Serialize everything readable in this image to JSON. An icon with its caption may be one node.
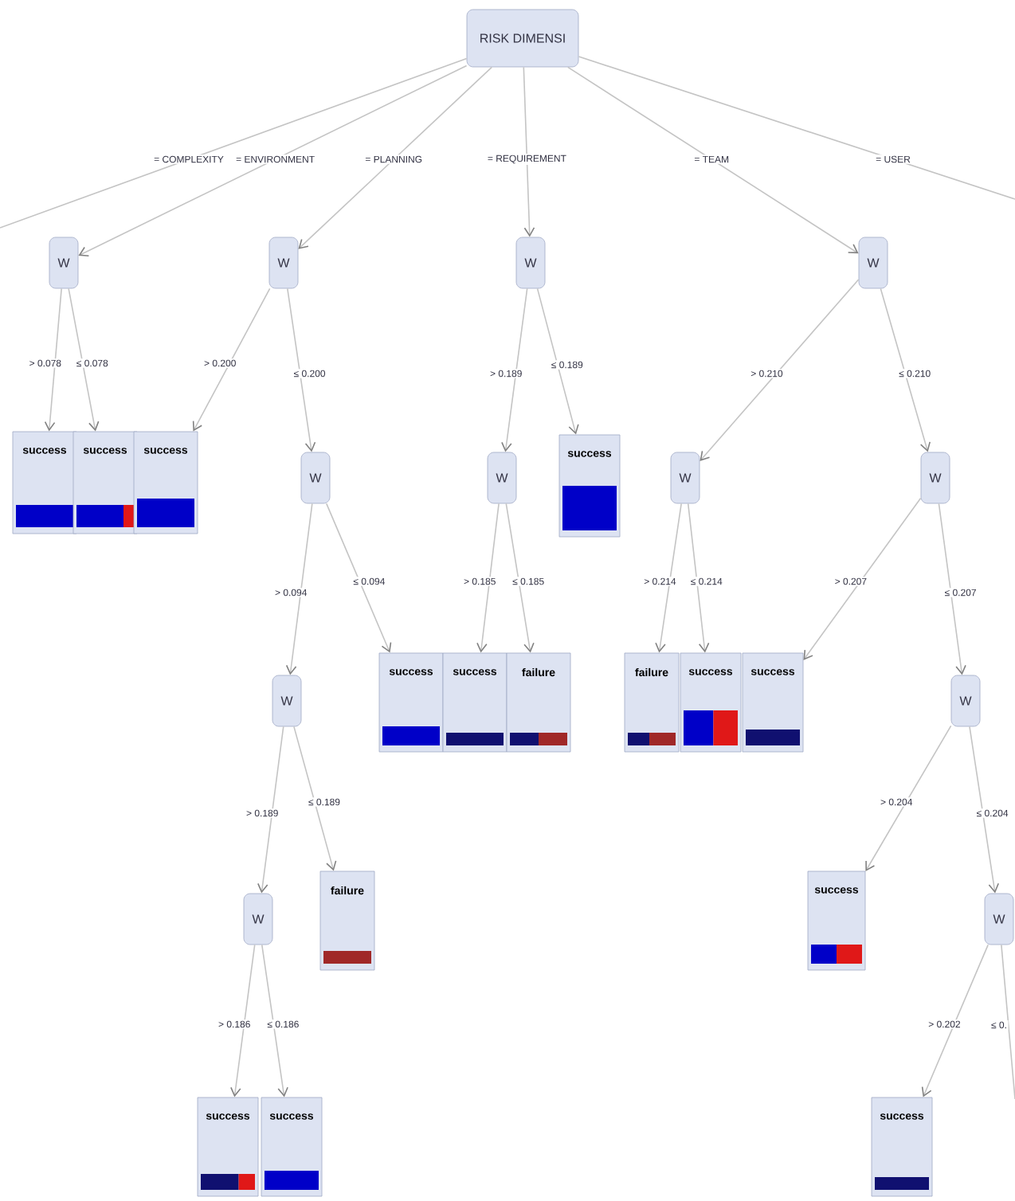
{
  "diagram": {
    "nodes": [
      {
        "text": [
          "RISK DIMENSI"
        ]
      },
      {
        "text": [
          "W"
        ]
      },
      {
        "text": [
          "W"
        ]
      },
      {
        "text": [
          "W"
        ]
      },
      {
        "text": [
          "W"
        ]
      },
      {
        "text": [
          "success"
        ]
      },
      {
        "text": [
          "success"
        ]
      },
      {
        "text": [
          "success"
        ]
      },
      {
        "text": [
          "W"
        ]
      },
      {
        "text": [
          "W"
        ]
      },
      {
        "text": [
          "success"
        ]
      },
      {
        "text": [
          "W"
        ]
      },
      {
        "text": [
          "W"
        ]
      },
      {
        "text": [
          "W"
        ]
      },
      {
        "text": [
          "success"
        ]
      },
      {
        "text": [
          "success"
        ]
      },
      {
        "text": [
          "failure"
        ]
      },
      {
        "text": [
          "failure"
        ]
      },
      {
        "text": [
          "success"
        ]
      },
      {
        "text": [
          "success"
        ]
      },
      {
        "text": [
          "W"
        ]
      },
      {
        "text": [
          "W"
        ]
      },
      {
        "text": [
          "failure"
        ]
      },
      {
        "text": [
          "success"
        ]
      },
      {
        "text": [
          "W"
        ]
      },
      {
        "text": [
          "success"
        ]
      },
      {
        "text": [
          "success"
        ]
      },
      {
        "text": [
          "success"
        ]
      }
    ],
    "edges": [
      {
        "from": 0,
        "to": null,
        "arrow": "none",
        "label": "= COMPLEXITY"
      },
      {
        "from": 0,
        "to": 1,
        "arrow": "to",
        "label": "= ENVIRONMENT"
      },
      {
        "from": 0,
        "to": 2,
        "arrow": "to",
        "label": "= PLANNING"
      },
      {
        "from": 0,
        "to": 3,
        "arrow": "to",
        "label": "= REQUIREMENT"
      },
      {
        "from": 0,
        "to": 4,
        "arrow": "to",
        "label": "= TEAM"
      },
      {
        "from": 0,
        "to": null,
        "arrow": "none",
        "label": "= USER"
      },
      {
        "from": 1,
        "to": 5,
        "arrow": "to",
        "label": "> 0.078"
      },
      {
        "from": 1,
        "to": 6,
        "arrow": "to",
        "label": "≤ 0.078"
      },
      {
        "from": 2,
        "to": 7,
        "arrow": "to",
        "label": "> 0.200"
      },
      {
        "from": 2,
        "to": 8,
        "arrow": "to",
        "label": "≤ 0.200"
      },
      {
        "from": 3,
        "to": 9,
        "arrow": "to",
        "label": "> 0.189"
      },
      {
        "from": 3,
        "to": 10,
        "arrow": "to",
        "label": "≤ 0.189"
      },
      {
        "from": 4,
        "to": 11,
        "arrow": "to",
        "label": "> 0.210"
      },
      {
        "from": 4,
        "to": 12,
        "arrow": "to",
        "label": "≤ 0.210"
      },
      {
        "from": 8,
        "to": 13,
        "arrow": "to",
        "label": "> 0.094"
      },
      {
        "from": 8,
        "to": 14,
        "arrow": "to",
        "label": "≤ 0.094"
      },
      {
        "from": 9,
        "to": 15,
        "arrow": "to",
        "label": "> 0.185"
      },
      {
        "from": 9,
        "to": 16,
        "arrow": "to",
        "label": "≤ 0.185"
      },
      {
        "from": 11,
        "to": 17,
        "arrow": "to",
        "label": "> 0.214"
      },
      {
        "from": 11,
        "to": 18,
        "arrow": "to",
        "label": "≤ 0.214"
      },
      {
        "from": 12,
        "to": 19,
        "arrow": "to",
        "label": "> 0.207"
      },
      {
        "from": 12,
        "to": 20,
        "arrow": "to",
        "label": "≤ 0.207"
      },
      {
        "from": 13,
        "to": 21,
        "arrow": "to",
        "label": "> 0.189"
      },
      {
        "from": 13,
        "to": 22,
        "arrow": "to",
        "label": "≤ 0.189"
      },
      {
        "from": 20,
        "to": 23,
        "arrow": "to",
        "label": "> 0.204"
      },
      {
        "from": 20,
        "to": 24,
        "arrow": "to",
        "label": "≤ 0.204"
      },
      {
        "from": 21,
        "to": 25,
        "arrow": "to",
        "label": "> 0.186"
      },
      {
        "from": 21,
        "to": 26,
        "arrow": "to",
        "label": "≤ 0.186"
      },
      {
        "from": 24,
        "to": 27,
        "arrow": "to",
        "label": "> 0.202"
      },
      {
        "from": 24,
        "to": null,
        "arrow": "none",
        "label": "≤ 0."
      }
    ]
  }
}
